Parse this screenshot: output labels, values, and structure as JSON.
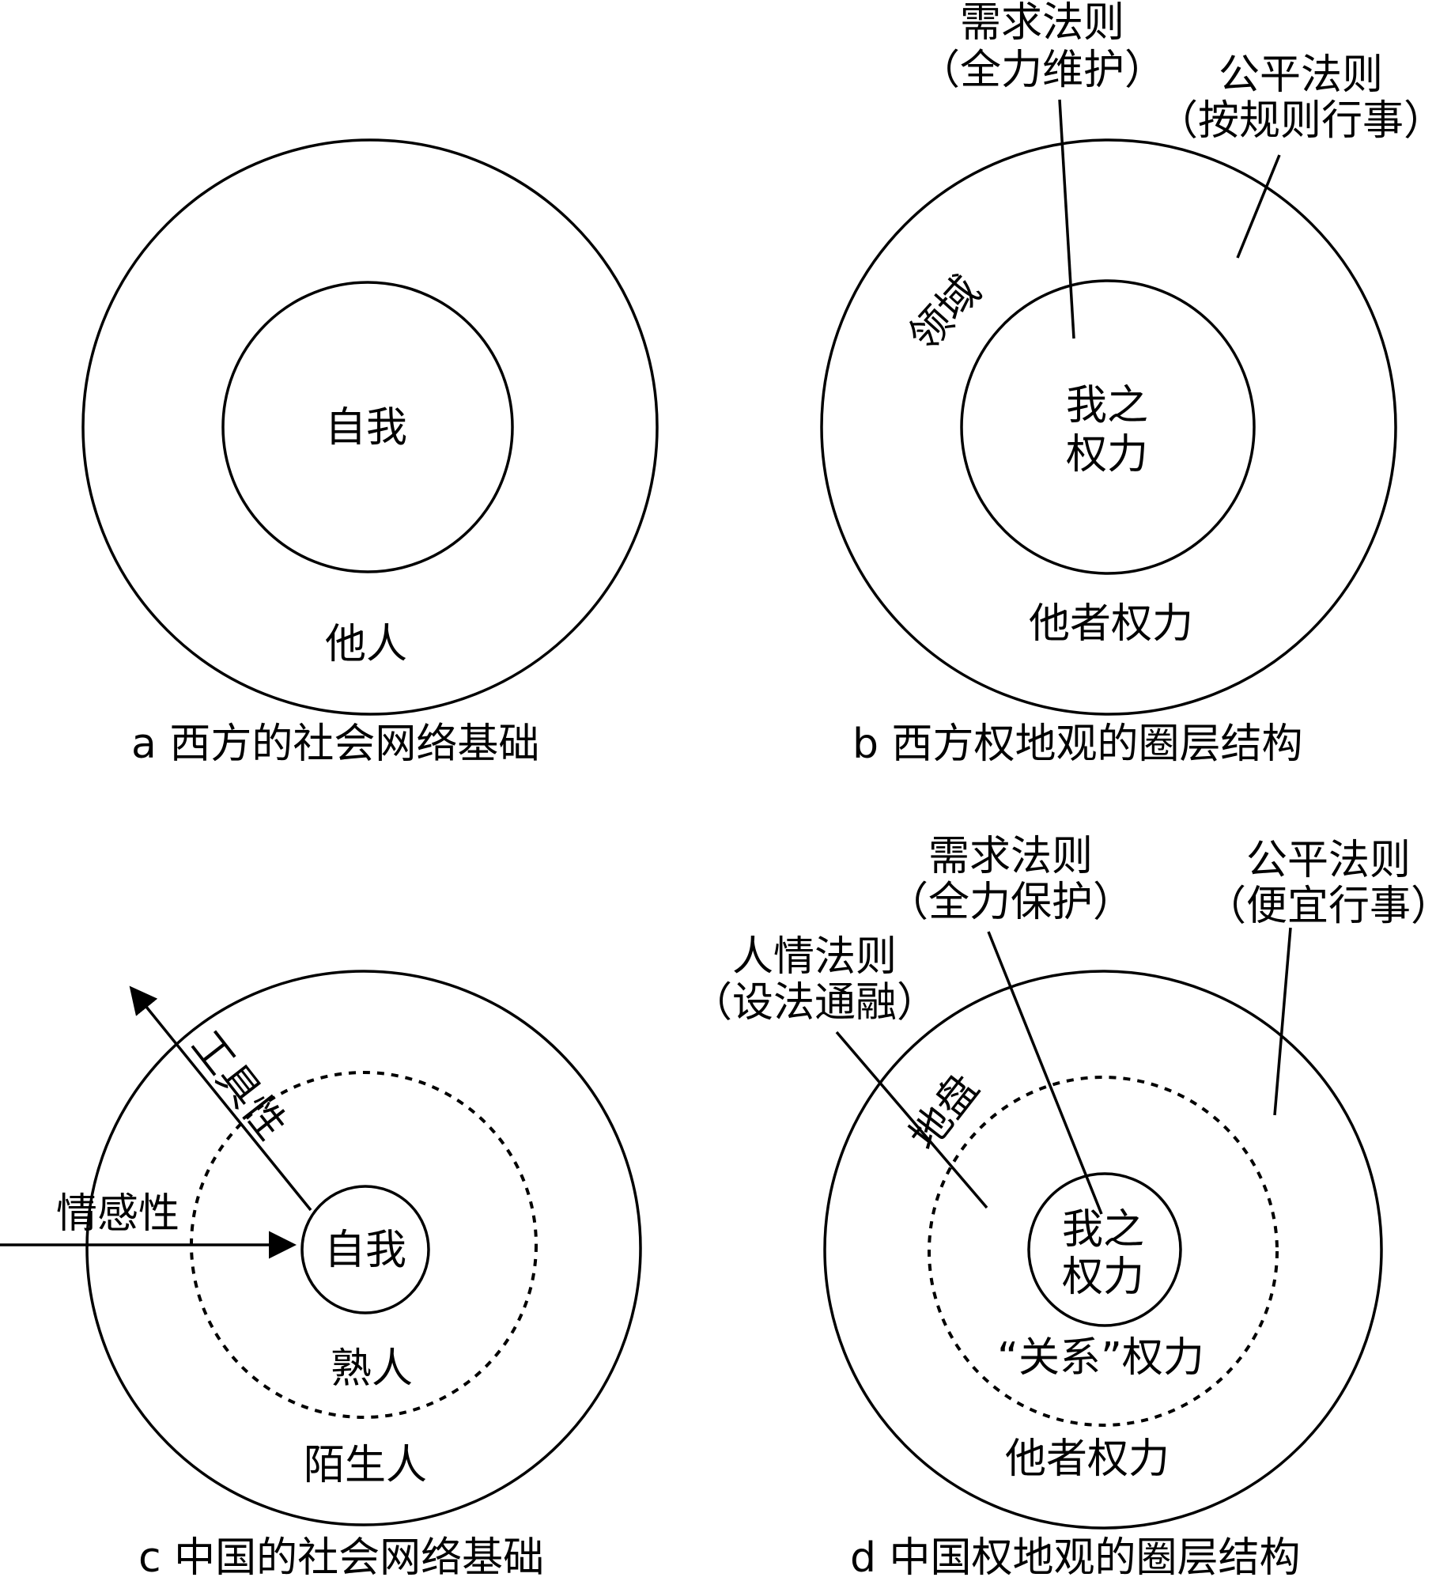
{
  "panel_a": {
    "inner_label": "自我",
    "outer_label": "他人",
    "caption": "a  西方的社会网络基础"
  },
  "panel_b": {
    "need_rule": "需求法则",
    "need_rule_note": "（全力维护）",
    "fair_rule": "公平法则",
    "fair_rule_note": "（按规则行事）",
    "domain_label": "领域",
    "center_line1": "我之",
    "center_line2": "权力",
    "outer_label": "他者权力",
    "caption": "b  西方权地观的圈层结构"
  },
  "panel_c": {
    "instrumental": "工具性",
    "affective": "情感性",
    "center_label": "自我",
    "middle_label": "熟人",
    "outer_label": "陌生人",
    "caption": "c 中国的社会网络基础"
  },
  "panel_d": {
    "need_rule": "需求法则",
    "need_rule_note": "（全力保护）",
    "fair_rule": "公平法则",
    "fair_rule_note": "（便宜行事）",
    "favor_rule": "人情法则",
    "favor_rule_note": "（设法通融）",
    "turf_label": "地盘",
    "center_line1": "我之",
    "center_line2": "权力",
    "guanxi_label": "“关系”权力",
    "outer_label": "他者权力",
    "caption": "d  中国权地观的圈层结构"
  },
  "colors": {
    "ink": "#000000",
    "background": "#ffffff"
  }
}
